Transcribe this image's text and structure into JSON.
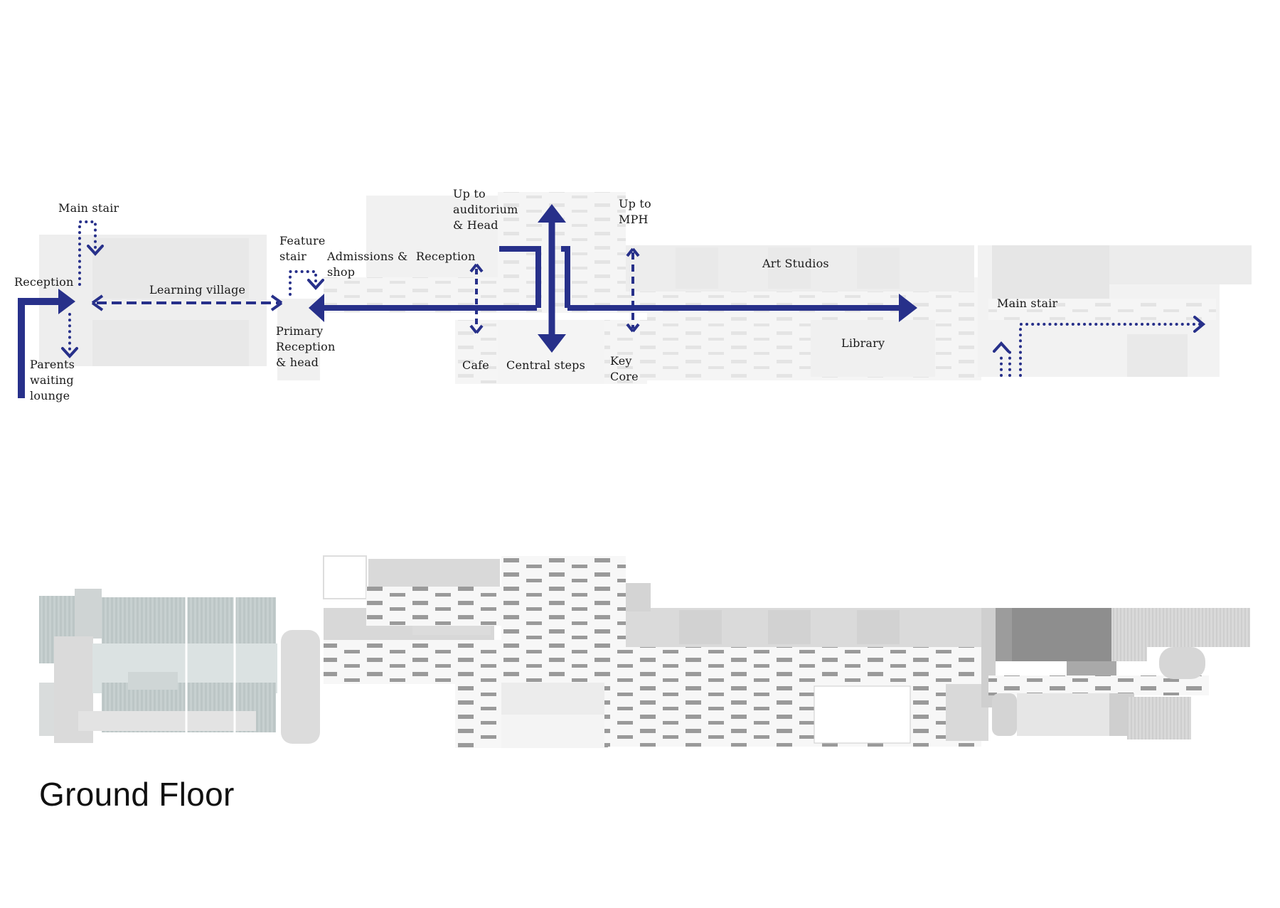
{
  "title": "Ground Floor",
  "colors": {
    "route": "#27308a",
    "block_light": "#f2f2f2",
    "block_mid": "#e6e6e6",
    "plan_green": "#c9d2d2",
    "plan_grey": "#d7d7d7",
    "plan_dark": "#8f8f8f",
    "paving_dash": "#9a9a9a"
  },
  "labels": {
    "main_stair_left": "Main stair",
    "reception_left": "Reception",
    "learning_village": "Learning village",
    "parents_lounge": "Parents\nwaiting\nlounge",
    "feature_stair": "Feature\nstair",
    "primary_reception": "Primary\nReception\n& head",
    "admissions_shop": "Admissions &\nshop",
    "reception_mid": "Reception",
    "up_to_auditorium": "Up to\nauditorium\n& Head",
    "cafe": "Cafe",
    "central_steps": "Central steps",
    "up_to_mph": "Up to\nMPH",
    "key_core": "Key\nCore",
    "art_studios": "Art Studios",
    "library": "Library",
    "main_stair_right": "Main stair"
  }
}
